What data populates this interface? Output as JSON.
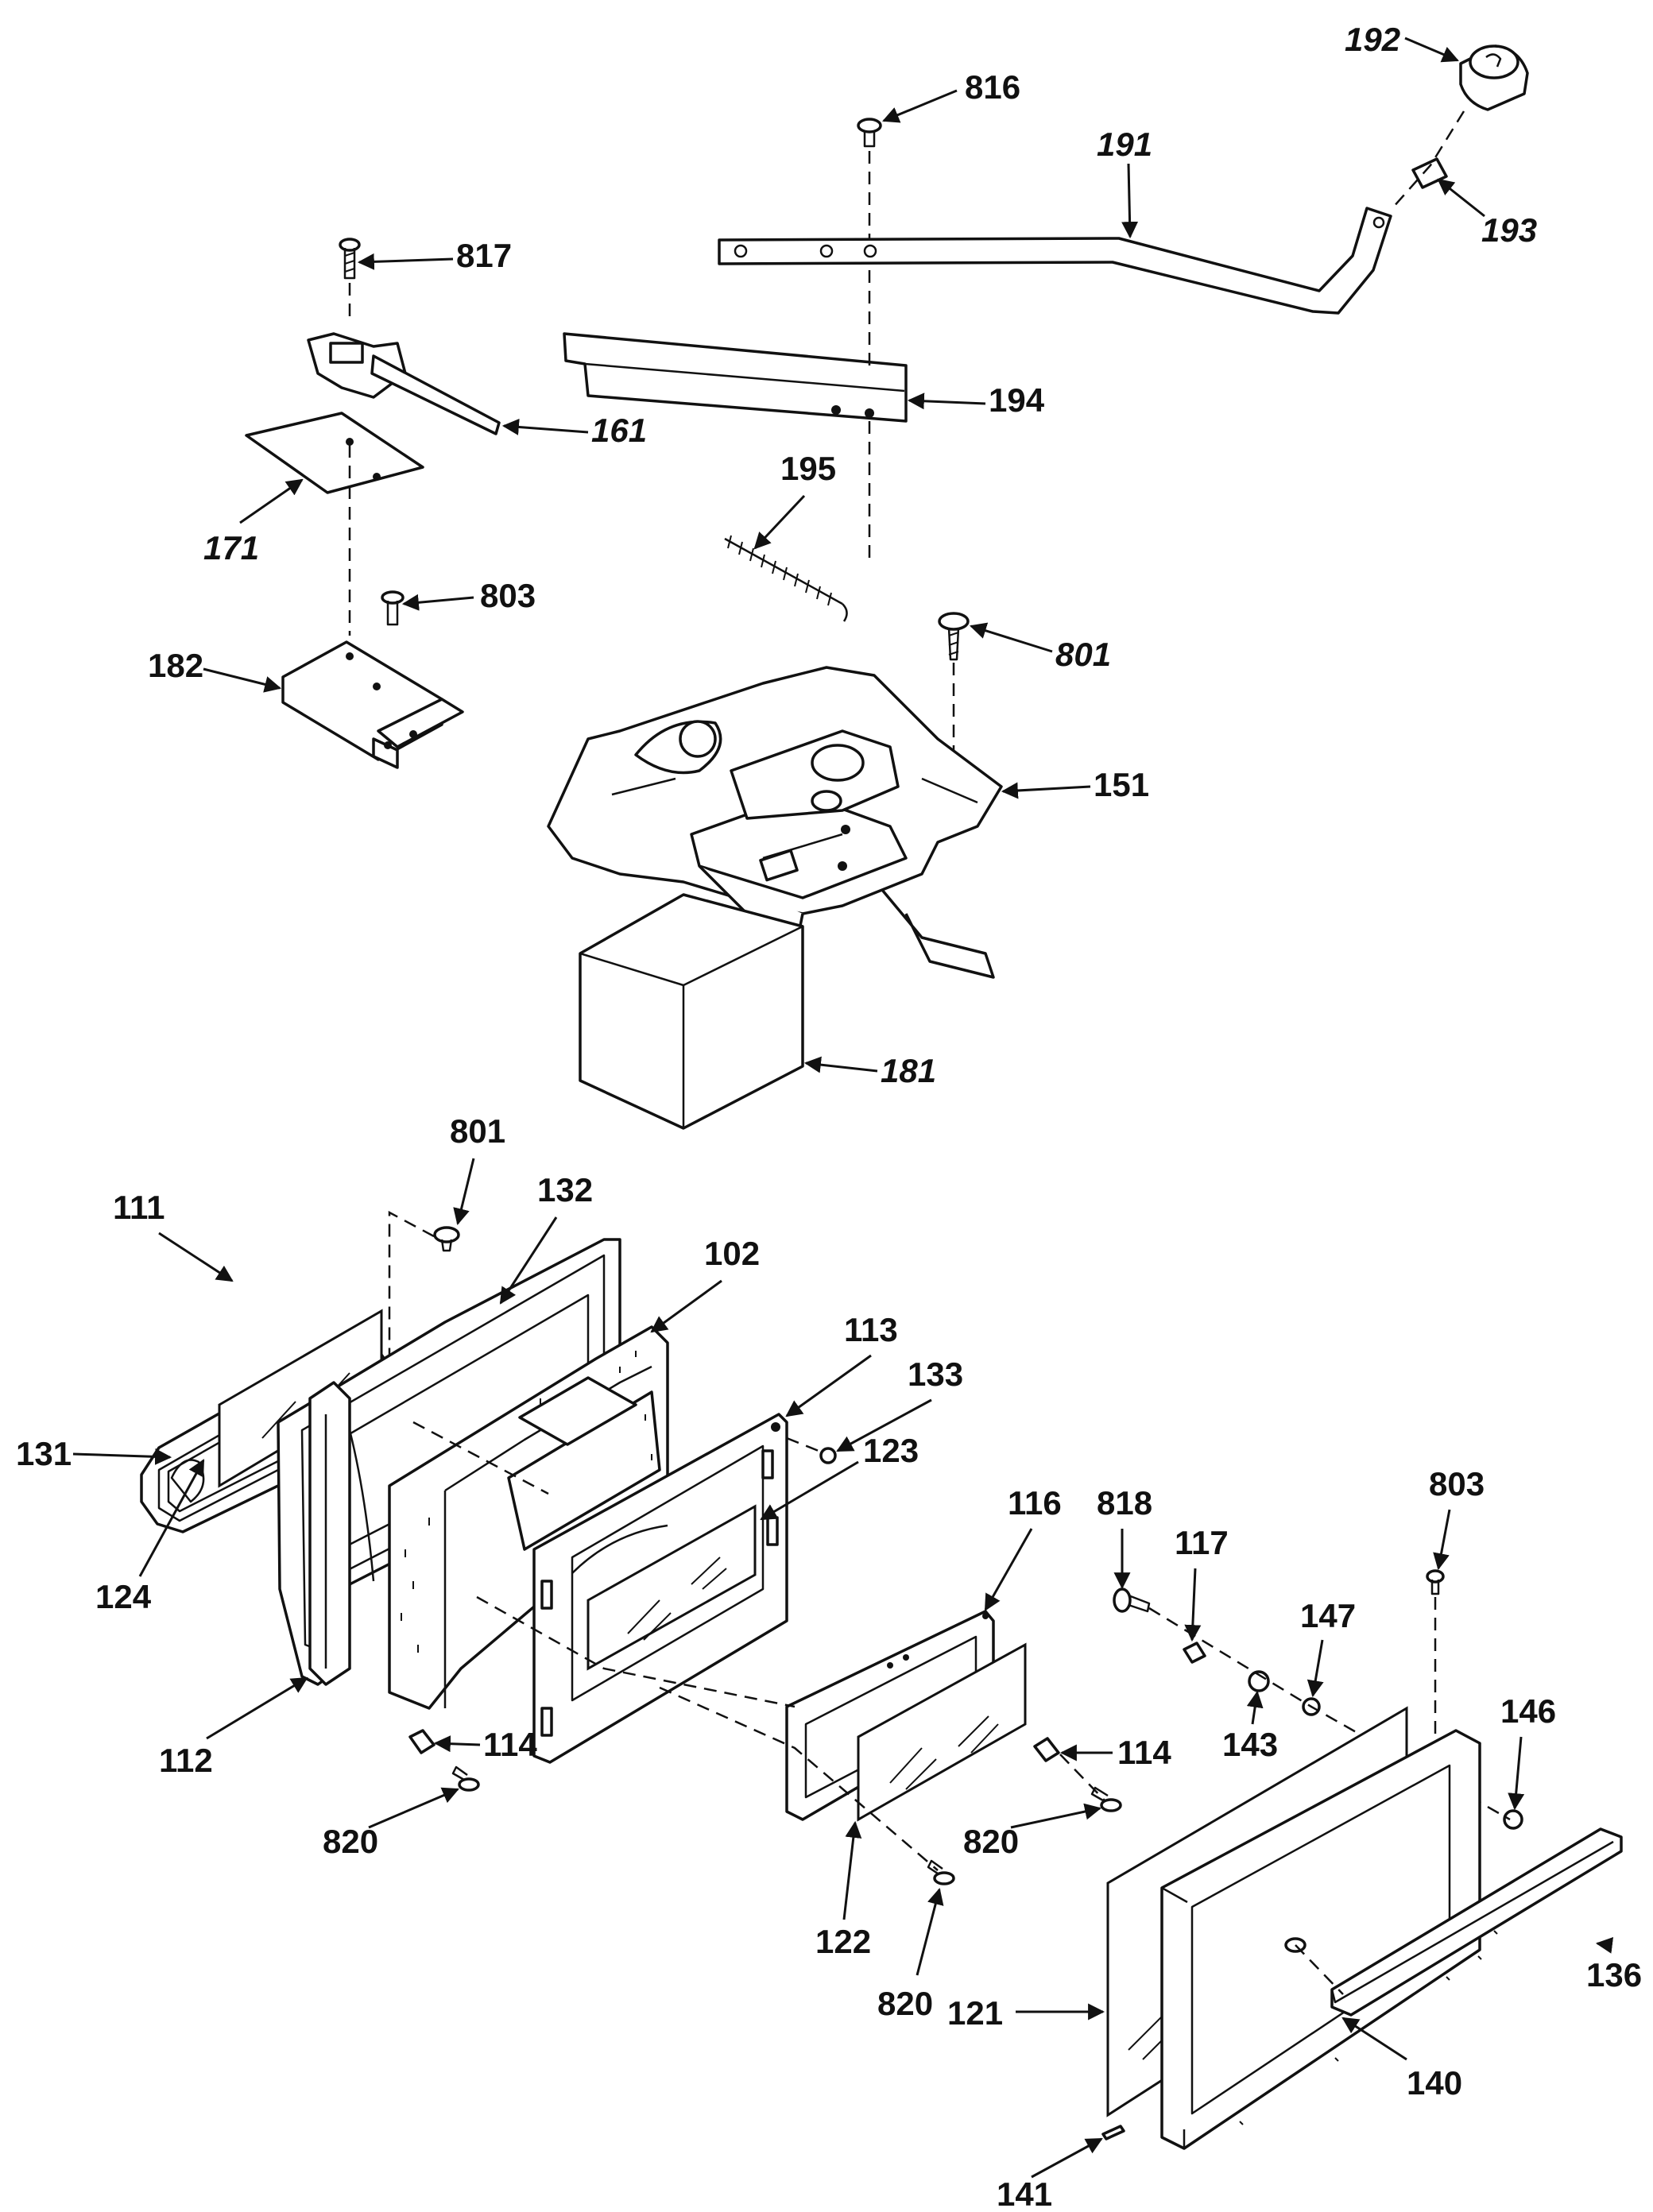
{
  "diagram": {
    "labels": {
      "p192": "192",
      "p816": "816",
      "p191": "191",
      "p193": "193",
      "p817": "817",
      "p194": "194",
      "p161": "161",
      "p195": "195",
      "p171": "171",
      "p803a": "803",
      "p801a": "801",
      "p182": "182",
      "p151": "151",
      "p181": "181",
      "p801b": "801",
      "p111": "111",
      "p132": "132",
      "p102": "102",
      "p113": "113",
      "p133": "133",
      "p131": "131",
      "p123": "123",
      "p116": "116",
      "p818": "818",
      "p117": "117",
      "p803b": "803",
      "p124": "124",
      "p147": "147",
      "p146": "146",
      "p112": "112",
      "p114a": "114",
      "p143": "143",
      "p114b": "114",
      "p820a": "820",
      "p820b": "820",
      "p122": "122",
      "p820c": "820",
      "p121": "121",
      "p136": "136",
      "p140": "140",
      "p141": "141"
    }
  }
}
